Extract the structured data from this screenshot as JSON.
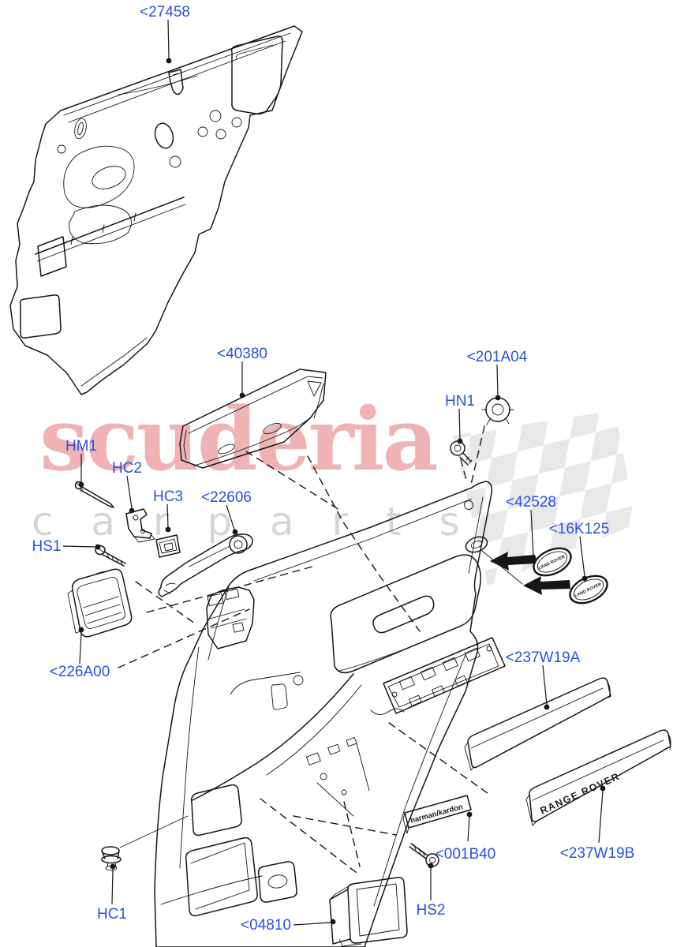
{
  "watermark": {
    "brand": "scuderia",
    "subtitle": "c a r  p a r t s",
    "brand_color": "#e06a6a",
    "subtitle_color": "#d6d6d6"
  },
  "diagram": {
    "label_color": "#2b50e2",
    "line_color": "#161616",
    "labels": [
      {
        "id": "27458",
        "text": "<27458"
      },
      {
        "id": "40380",
        "text": "<40380"
      },
      {
        "id": "201A04",
        "text": "<201A04"
      },
      {
        "id": "HN1",
        "text": "HN1"
      },
      {
        "id": "HM1",
        "text": "HM1"
      },
      {
        "id": "HC2",
        "text": "HC2"
      },
      {
        "id": "HC3",
        "text": "HC3"
      },
      {
        "id": "22606",
        "text": "<22606"
      },
      {
        "id": "42528",
        "text": "<42528"
      },
      {
        "id": "16K125",
        "text": "<16K125"
      },
      {
        "id": "HS1",
        "text": "HS1"
      },
      {
        "id": "226A00",
        "text": "<226A00"
      },
      {
        "id": "237W19A",
        "text": "<237W19A"
      },
      {
        "id": "001B40",
        "text": "<001B40"
      },
      {
        "id": "237W19B",
        "text": "<237W19B"
      },
      {
        "id": "HC1",
        "text": "HC1"
      },
      {
        "id": "04810",
        "text": "<04810"
      },
      {
        "id": "HS2",
        "text": "HS2"
      }
    ],
    "part_markings": {
      "range_rover_strip": "RANGE ROVER",
      "speaker_badge": "harman/kardon",
      "oval_badge": "LAND ROVER"
    }
  }
}
